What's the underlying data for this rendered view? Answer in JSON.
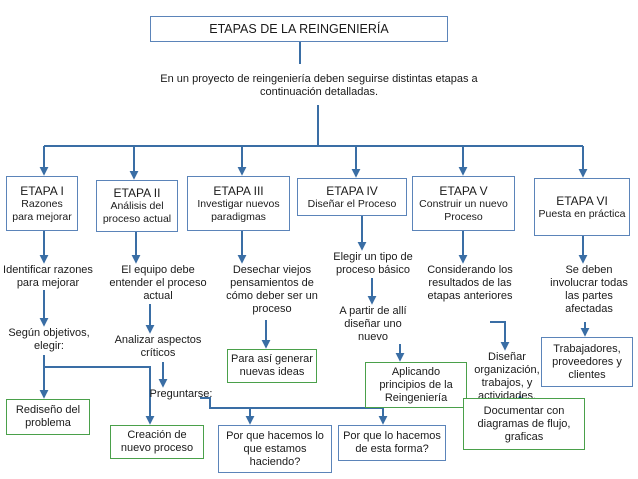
{
  "title": "ETAPAS DE LA REINGENIERÍA",
  "intro": "En un proyecto de reingeniería deben seguirse distintas etapas a continuación detalladas.",
  "stages": [
    {
      "name": "ETAPA I",
      "desc": "Razones para mejorar"
    },
    {
      "name": "ETAPA II",
      "desc": "Análisis del proceso actual"
    },
    {
      "name": "ETAPA III",
      "desc": "Investigar nuevos paradigmas"
    },
    {
      "name": "ETAPA IV",
      "desc": "Diseñar el Proceso"
    },
    {
      "name": "ETAPA V",
      "desc": "Construir un nuevo Proceso"
    },
    {
      "name": "ETAPA VI",
      "desc": "Puesta en práctica"
    }
  ],
  "notes": {
    "identify": "Identificar razones para mejorar",
    "objectives": "Según objetivos, elegir:",
    "team": "El equipo debe entender el proceso actual",
    "analyze": "Analizar aspectos críticos",
    "ask": "Preguntarse:",
    "discard": "Desechar viejos pensamientos de cómo deber ser un proceso",
    "choose_type": "Elegir un tipo de proceso básico",
    "from_there": "A partir de allí diseñar uno nuevo",
    "considering": "Considerando los resultados de las etapas anteriores",
    "design_org": "Diseñar organización, trabajos, y actividades.",
    "involve": "Se deben involucrar todas las partes afectadas"
  },
  "boxes": {
    "redesign": "Rediseño del problema",
    "create": "Creación de nuevo proceso",
    "generate": "Para así generar nuevas ideas",
    "why1": "Por que hacemos lo que estamos haciendo?",
    "why2": "Por que lo hacemos de esta forma?",
    "applying": "Aplicando principios de la Reingeniería",
    "workers": "Trabajadores, proveedores y clientes",
    "document": "Documentar con diagramas de flujo, graficas"
  },
  "colors": {
    "border": "#5b84b9",
    "arrow": "#3a6ea5",
    "green": "#4aa04a"
  }
}
